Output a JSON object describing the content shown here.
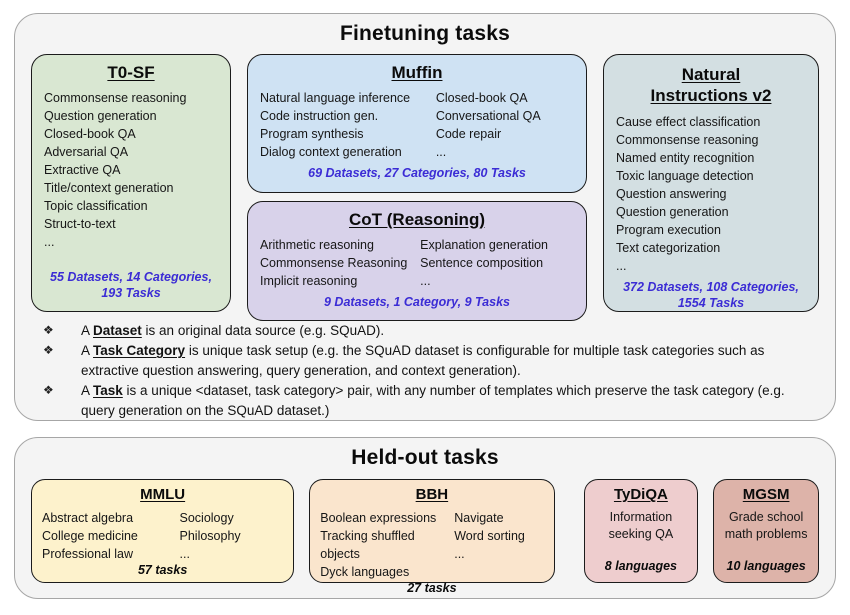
{
  "colors": {
    "green": "#d9e7d2",
    "blue": "#cfe2f3",
    "purple": "#d8d2ea",
    "cyan": "#d3dfe2",
    "yellow": "#fdf2cc",
    "peach": "#fae5cd",
    "pink": "#eecdce",
    "salmon": "#ddb3a9",
    "stats-blue": "#3b2cd5"
  },
  "finetuning": {
    "title": "Finetuning tasks",
    "t0sf": {
      "title": "T0-SF",
      "items": [
        "Commonsense reasoning",
        "Question generation",
        "Closed-book QA",
        "Adversarial QA",
        "Extractive QA",
        "Title/context generation",
        "Topic classification",
        "Struct-to-text",
        "..."
      ],
      "stats": "55 Datasets, 14 Categories, 193 Tasks"
    },
    "muffin": {
      "title": "Muffin",
      "col1": [
        "Natural language inference",
        "Code instruction gen.",
        "Program synthesis",
        "Dialog context generation"
      ],
      "col2": [
        "Closed-book QA",
        "Conversational QA",
        "Code repair",
        "..."
      ],
      "stats": "69 Datasets, 27 Categories, 80 Tasks"
    },
    "cot": {
      "title": "CoT (Reasoning)",
      "col1": [
        "Arithmetic reasoning",
        "Commonsense Reasoning",
        "Implicit reasoning"
      ],
      "col2": [
        "Explanation generation",
        "Sentence composition",
        "..."
      ],
      "stats": "9 Datasets, 1 Category, 9 Tasks"
    },
    "niv2": {
      "title": "Natural Instructions v2",
      "items": [
        "Cause effect classification",
        "Commonsense reasoning",
        "Named entity recognition",
        "Toxic language detection",
        "Question answering",
        "Question generation",
        "Program execution",
        "Text categorization",
        "..."
      ],
      "stats": "372 Datasets, 108 Categories, 1554 Tasks"
    },
    "bullet_icon": "❖",
    "bullets": [
      {
        "prefix": "A ",
        "term": "Dataset",
        "rest": " is an original data source (e.g. SQuAD)."
      },
      {
        "prefix": "A ",
        "term": "Task Category",
        "rest": " is unique task setup (e.g. the SQuAD dataset is configurable for multiple task categories such as extractive question answering, query generation, and context generation)."
      },
      {
        "prefix": "A ",
        "term": "Task",
        "rest": " is a unique <dataset, task category> pair, with any number of templates which preserve the task category (e.g. query generation on the SQuAD dataset.)"
      }
    ]
  },
  "heldout": {
    "title": "Held-out tasks",
    "mmlu": {
      "title": "MMLU",
      "col1": [
        "Abstract algebra",
        "College medicine",
        "Professional law"
      ],
      "col2": [
        "Sociology",
        "Philosophy",
        "..."
      ],
      "stats": "57 tasks"
    },
    "bbh": {
      "title": "BBH",
      "col1": [
        "Boolean expressions",
        "Tracking shuffled objects",
        "Dyck languages"
      ],
      "col2": [
        "Navigate",
        "Word sorting",
        "..."
      ],
      "stats": "27 tasks"
    },
    "tydiqa": {
      "title": "TyDiQA",
      "desc": "Information seeking QA",
      "stats": "8 languages"
    },
    "mgsm": {
      "title": "MGSM",
      "desc": "Grade school math problems",
      "stats": "10 languages"
    }
  }
}
